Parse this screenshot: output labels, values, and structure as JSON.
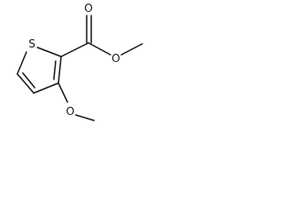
{
  "molecule": {
    "atoms": {
      "ring_sulfur": "S",
      "carbonyl_oxygen": "O",
      "ester_oxygen": "O",
      "methoxy_oxygen": "O"
    }
  }
}
